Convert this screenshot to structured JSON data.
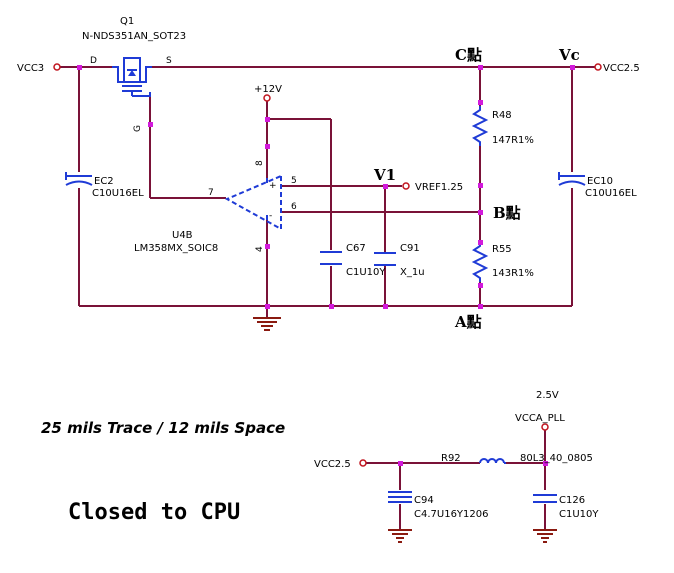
{
  "labels": {
    "q1_ref": "Q1",
    "q1_part": "N-NDS351AN_SOT23",
    "q1_d": "D",
    "q1_s": "S",
    "q1_g": "G",
    "vcc3": "VCC3",
    "vcc2_5": "VCC2.5",
    "c_point": "C點",
    "vc": "Vc",
    "plus12v": "+12V",
    "r48_ref": "R48",
    "r48_val": "147R1%",
    "ec2_ref": "EC2",
    "ec2_val": "C10U16EL",
    "ec10_ref": "EC10",
    "ec10_val": "C10U16EL",
    "pin8": "8",
    "pin7": "7",
    "pin5": "5",
    "pin6": "6",
    "pin4": "4",
    "v1": "V1",
    "vref": "VREF1.25",
    "b_point": "B點",
    "u4b_ref": "U4B",
    "u4b_part": "LM358MX_SOIC8",
    "c67_ref": "C67",
    "c91_ref": "C91",
    "c67_val": "C1U10Y",
    "c91_val": "X_1u",
    "r55_ref": "R55",
    "r55_val": "143R1%",
    "a_point": "A點",
    "v2_5": "2.5V",
    "vcca_pll": "VCCA_PLL",
    "trace_note": "25 mils Trace / 12 mils Space",
    "vcc2_5_b": "VCC2.5",
    "r92_ref": "R92",
    "r92_val": "80L3_40_0805",
    "c94_ref": "C94",
    "c94_val": "C4.7U16Y1206",
    "c126_ref": "C126",
    "c126_val": "C1U10Y",
    "closed": "Closed to CPU",
    "opamp_plus": "+",
    "opamp_minus": "-"
  }
}
